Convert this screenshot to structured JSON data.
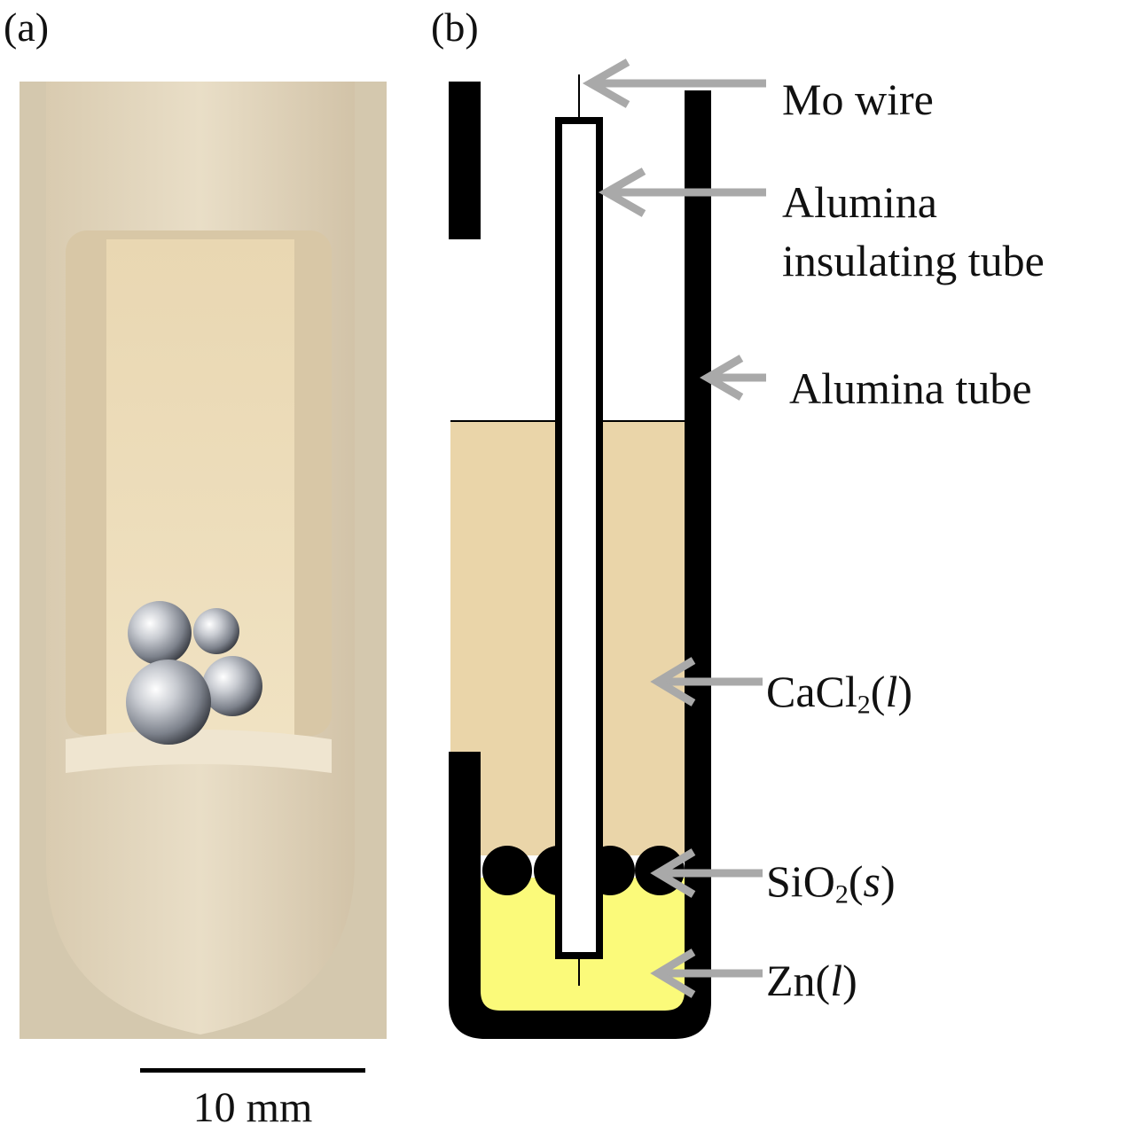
{
  "panels": {
    "a": "(a)",
    "b": "(b)"
  },
  "scale": {
    "label": "10 mm"
  },
  "callouts": {
    "mo_wire": "Mo wire",
    "insulating_tube_line1": "Alumina",
    "insulating_tube_line2": "insulating tube",
    "alumina_tube": "Alumina tube",
    "cacl2": {
      "formula": "CaCl",
      "sub": "2",
      "open": "(",
      "state": "l",
      "close": ")"
    },
    "sio2": {
      "formula": "SiO",
      "sub": "2",
      "open": "(",
      "state": "s",
      "close": ")"
    },
    "zn": {
      "formula": "Zn",
      "open": "(",
      "state": "l",
      "close": ")"
    }
  },
  "colors": {
    "cacl2_melt": "#ead5a9",
    "zn_melt": "#fbfa7a",
    "tube_wall": "#000000",
    "arrow": "#a9a9a9",
    "photo_ceramic": "#e8dcc3"
  }
}
